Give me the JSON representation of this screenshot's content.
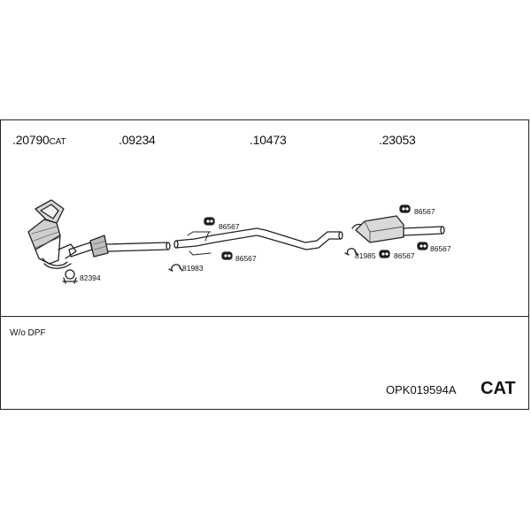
{
  "header": {
    "parts": [
      {
        "number": ".20790",
        "suffix": "CAT"
      },
      {
        "number": ".09234",
        "suffix": ""
      },
      {
        "number": ".10473",
        "suffix": ""
      },
      {
        "number": ".23053",
        "suffix": ""
      }
    ]
  },
  "labels": {
    "clamp": "82394",
    "hanger_1": "86567",
    "hanger_2": "86567",
    "bracket_1": "81983",
    "bracket_2": "81985",
    "hanger_3": "86567",
    "hanger_4": "86567",
    "hanger_5": "86567"
  },
  "footer": {
    "note": "W/o DPF",
    "code": "OPK019594A",
    "cat": "CAT"
  }
}
